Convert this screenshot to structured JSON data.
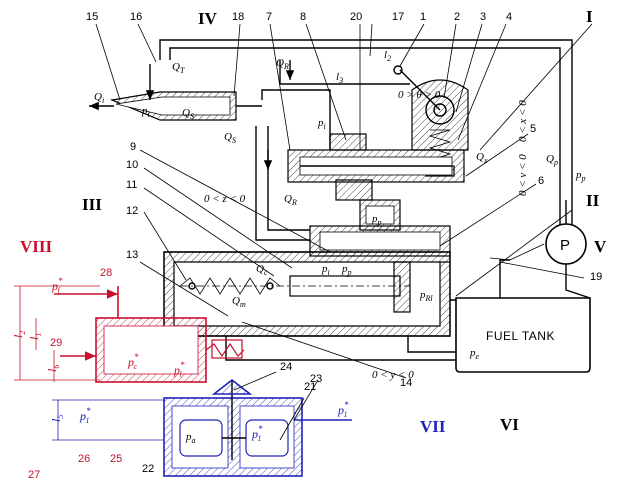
{
  "units": {
    "I": "I",
    "II": "II",
    "III": "III",
    "IV": "IV",
    "V": "V",
    "VI": "VI",
    "VII": "VII",
    "VIII": "VIII"
  },
  "part_numbers": {
    "n1": "1",
    "n2": "2",
    "n3": "3",
    "n4": "4",
    "n5": "5",
    "n6": "6",
    "n7": "7",
    "n8": "8",
    "n9": "9",
    "n10": "10",
    "n11": "11",
    "n12": "12",
    "n13": "13",
    "n14": "14",
    "n15": "15",
    "n16": "16",
    "n17": "17",
    "n18": "18",
    "n19": "19",
    "n20": "20",
    "n21": "21",
    "n22": "22",
    "n23": "23",
    "n24": "24",
    "n25": "25",
    "n26": "26",
    "n27": "27",
    "n28": "28",
    "n29": "29"
  },
  "symbols": {
    "Qi": "Q",
    "Qi_sub": "i",
    "QT": "Q",
    "QT_sub": "T",
    "QS1": "Q",
    "QS1_sub": "S",
    "QS2": "Q",
    "QS2_sub": "S",
    "QR1": "Q",
    "QR1_sub": "R",
    "QR2": "Q",
    "QR2_sub": "R",
    "Qx": "Q",
    "Qx_sub": "x",
    "Qp": "Q",
    "Qp_sub": "p",
    "Qc": "Q",
    "Qc_sub": "c",
    "Qm": "Q",
    "Qm_sub": "m",
    "pi_nozzle": "p",
    "pi_nozzle_sub": "i",
    "pi_top": "p",
    "pi_top_sub": "i",
    "pi_mid": "p",
    "pi_mid_sub": "i",
    "pp_top": "p",
    "pp_top_sub": "p",
    "pp_mid": "p",
    "pp_mid_sub": "p",
    "pp_right": "p",
    "pp_right_sub": "p",
    "pRl": "p",
    "pRl_sub": "Rl",
    "pe": "p",
    "pe_sub": "e",
    "pa": "p",
    "pa_sub": "a",
    "l2": "l",
    "l2_sub": "2",
    "l3": "l",
    "l3_sub": "3",
    "theta": "0 > θ > 0",
    "z_range": "0 < z < 0",
    "y_range": "0 < y < 0",
    "x_range": "0 < x < 0",
    "v_range": "0 < v < 0"
  },
  "red_symbols": {
    "pf": "p",
    "pf_sub": "f",
    "pf_sup": "*",
    "pc": "p",
    "pc_sub": "c",
    "pc_sup": "*",
    "pl": "p",
    "pl_sub": "l",
    "pl_sup": "*",
    "l2": "l",
    "l2_sub": "2",
    "l1": "l",
    "l1_sub": "1",
    "l6": "l",
    "l6_sub": "6"
  },
  "blue_symbols": {
    "p1_left": "p",
    "p1_left_sub": "1",
    "p1_left_sup": "*",
    "p1_right": "p",
    "p1_right_sub": "1",
    "p1_right_sup": "*",
    "p1_inner": "p",
    "p1_inner_sub": "1",
    "p1_inner_sup": "*",
    "l5": "l",
    "l5_sub": "5"
  },
  "labels": {
    "fuel_tank": "FUEL TANK",
    "pump": "P"
  }
}
